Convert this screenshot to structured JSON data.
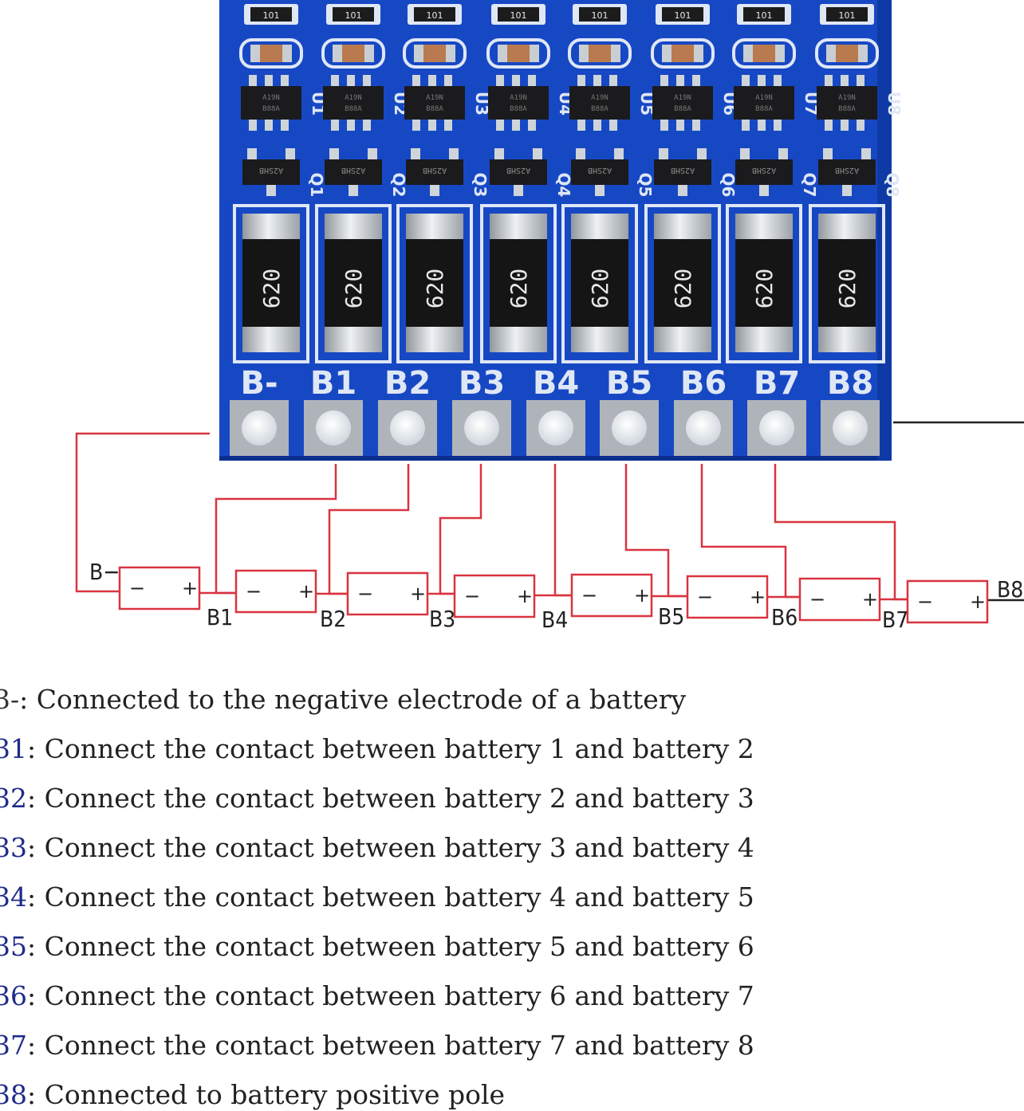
{
  "board": {
    "silk_top": [
      "101",
      "101",
      "101",
      "101",
      "101",
      "101",
      "101",
      "101"
    ],
    "ic_labels": [
      "U1",
      "U2",
      "U3",
      "U4",
      "U5",
      "U6",
      "U7",
      "U8"
    ],
    "ic_markings": [
      "A19N\nB88A",
      "A19N\nB88A",
      "A19N\nB88A",
      "A19N\nB88A",
      "A19N\nB88A",
      "A19N\nB88A",
      "A19N\nB88A",
      "A19N\nB88A"
    ],
    "transistor_marks": [
      "A2SHB",
      "A2SHB",
      "A2SHB",
      "A2SHB",
      "A2SHB",
      "A2SHB",
      "A2SHB",
      "A2SHB"
    ],
    "transistor_labels": [
      "Q1",
      "Q2",
      "Q3",
      "Q4",
      "Q5",
      "Q6",
      "Q7",
      "Q8"
    ],
    "resistor_marks": [
      "620",
      "620",
      "620",
      "620",
      "620",
      "620",
      "620",
      "620"
    ],
    "pad_labels": [
      "B-",
      "B1",
      "B2",
      "B3",
      "B4",
      "B5",
      "B6",
      "B7",
      "B8"
    ]
  },
  "wiring": {
    "batteries": [
      {
        "minus": "−",
        "plus": "+"
      },
      {
        "minus": "−",
        "plus": "+"
      },
      {
        "minus": "−",
        "plus": "+"
      },
      {
        "minus": "−",
        "plus": "+"
      },
      {
        "minus": "−",
        "plus": "+"
      },
      {
        "minus": "−",
        "plus": "+"
      },
      {
        "minus": "−",
        "plus": "+"
      },
      {
        "minus": "−",
        "plus": "+"
      }
    ],
    "node_labels": [
      "B−",
      "B1",
      "B2",
      "B3",
      "B4",
      "B5",
      "B6",
      "B7",
      "B8"
    ]
  },
  "legend": [
    {
      "key": "3-",
      "text": ": Connected to the negative electrode of a battery"
    },
    {
      "key": "31",
      "text": ": Connect the contact between battery 1 and battery 2"
    },
    {
      "key": "32",
      "text": ": Connect the contact between battery 2 and battery 3"
    },
    {
      "key": "33",
      "text": ": Connect the contact between battery 3 and battery 4"
    },
    {
      "key": "34",
      "text": ": Connect the contact between battery 4 and battery 5"
    },
    {
      "key": "35",
      "text": ": Connect the contact between battery 5 and battery 6"
    },
    {
      "key": "36",
      "text": ": Connect the contact between battery 6 and battery 7"
    },
    {
      "key": "37",
      "text": ": Connect the contact between battery 7 and battery 8"
    },
    {
      "key": "38",
      "text": ": Connected to battery positive pole"
    }
  ],
  "colors": {
    "pcb": "#1748c4",
    "pcb_dark": "#0b2f8f",
    "silk": "#dfe7f5",
    "wire": "#d93440",
    "black_wire": "#222222"
  }
}
